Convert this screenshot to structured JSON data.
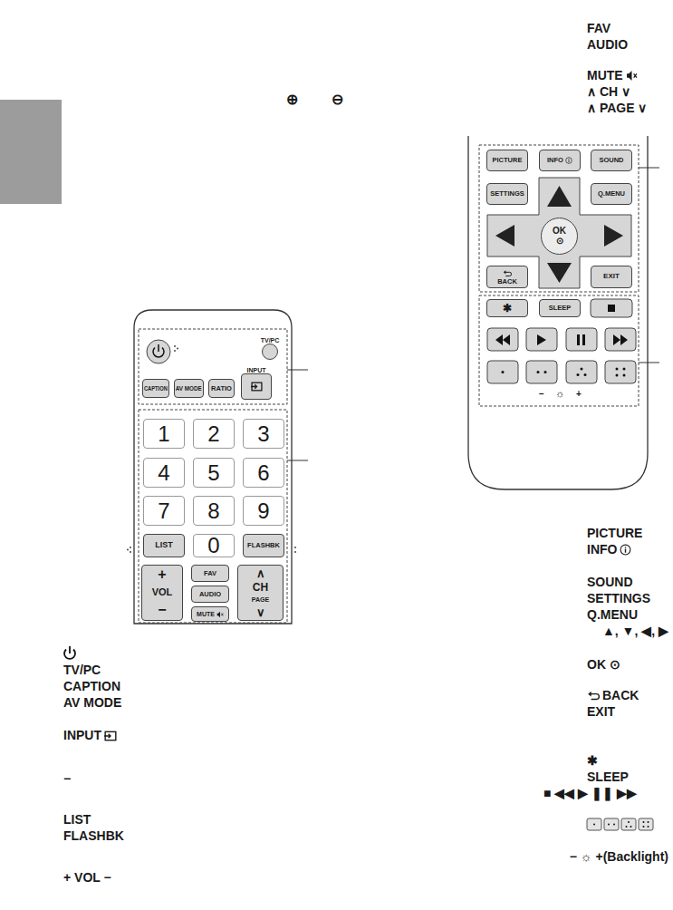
{
  "diagram": {
    "nodes": [
      {
        "text": [
          "TV/PC"
        ]
      },
      {
        "text": [
          "CAPTION"
        ]
      },
      {
        "text": [
          "AV MODE"
        ]
      },
      {
        "text": [
          "RATIO"
        ]
      },
      {
        "text": [
          "INPUT"
        ]
      },
      {
        "text": [
          "1"
        ]
      },
      {
        "text": [
          "2"
        ]
      },
      {
        "text": [
          "3"
        ]
      },
      {
        "text": [
          "4"
        ]
      },
      {
        "text": [
          "5"
        ]
      },
      {
        "text": [
          "6"
        ]
      },
      {
        "text": [
          "7"
        ]
      },
      {
        "text": [
          "8"
        ]
      },
      {
        "text": [
          "9"
        ]
      },
      {
        "text": [
          "LIST"
        ]
      },
      {
        "text": [
          "0"
        ]
      },
      {
        "text": [
          "FLASHBK"
        ]
      },
      {
        "text": [
          "+",
          "VOL",
          "−"
        ]
      },
      {
        "text": [
          "FAV"
        ]
      },
      {
        "text": [
          "AUDIO"
        ]
      },
      {
        "text": [
          "MUTE"
        ]
      },
      {
        "text": [
          "∧",
          "CH",
          "PAGE",
          "∨"
        ]
      },
      {
        "text": [
          "PICTURE"
        ]
      },
      {
        "text": [
          "INFO"
        ]
      },
      {
        "text": [
          "SOUND"
        ]
      },
      {
        "text": [
          "SETTINGS"
        ]
      },
      {
        "text": [
          "Q.MENU"
        ]
      },
      {
        "text": [
          "OK",
          "⊙"
        ]
      },
      {
        "text": [
          "BACK"
        ]
      },
      {
        "text": [
          "EXIT"
        ]
      },
      {
        "text": [
          "✱"
        ]
      },
      {
        "text": [
          "SLEEP"
        ]
      }
    ],
    "labels": [
      "⊕",
      "⊖",
      "FAV",
      "AUDIO",
      "MUTE",
      "∧ CH ∨",
      "∧ PAGE ∨",
      "TV/PC",
      "CAPTION",
      "AV MODE",
      "INPUT",
      "−",
      "LIST",
      "FLASHBK",
      "+ VOL −",
      "PICTURE",
      "INFO",
      "SOUND",
      "SETTINGS",
      "Q.MENU",
      "▲, ▼, ◀, ▶",
      "OK ⊙",
      "BACK",
      "EXIT",
      "✱",
      "SLEEP",
      "■ ◀◀ ▶ ❚❚ ▶▶",
      "−",
      "☼",
      "+",
      "− ☼ +(Backlight)"
    ]
  }
}
